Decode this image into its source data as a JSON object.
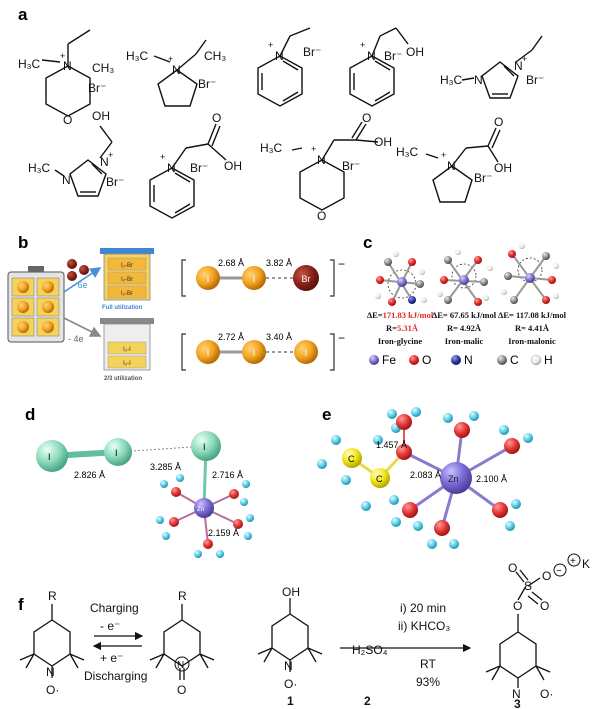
{
  "panels": {
    "a": "a",
    "b": "b",
    "c": "c",
    "d": "d",
    "e": "e",
    "f": "f"
  },
  "panel_a": {
    "h3c": "H₃C",
    "ch3": "CH₃",
    "n_plus": "N",
    "plus": "+",
    "br": "Br⁻",
    "n": "N",
    "o": "O",
    "oh": "OH"
  },
  "panel_b": {
    "minus6e": "- 6e",
    "minus4e": "- 4e",
    "full_utilization": "Full utilization",
    "two_thirds_utilization": "2/3 utilization",
    "i_label": "I",
    "br_label": "Br",
    "i2br": "I₂-Br",
    "i2i": "I₂-I",
    "top_chain": {
      "bond1": "2.68 Å",
      "bond2": "3.82 Å",
      "charge": "−"
    },
    "bottom_chain": {
      "bond1": "2.72 Å",
      "bond2": "3.40 Å",
      "charge": "−"
    }
  },
  "panel_c": {
    "complexes": [
      {
        "energy": "ΔE=171.83 kJ/mol",
        "r": "R=5.31Å",
        "name": "Iron-glycine"
      },
      {
        "energy": "ΔE= 67.65 kJ/mol",
        "r": "R= 4.92Å",
        "name": "Iron-malic"
      },
      {
        "energy": "ΔE= 117.08 kJ/mol",
        "r": "R= 4.41Å",
        "name": "Iron-malonic"
      }
    ],
    "legend": [
      {
        "label": "Fe",
        "color": "#7b6cc8"
      },
      {
        "label": "O",
        "color": "#e02a2a"
      },
      {
        "label": "N",
        "color": "#2d3a9a"
      },
      {
        "label": "C",
        "color": "#8a8a8a"
      },
      {
        "label": "H",
        "color": "#eeeeee"
      }
    ],
    "highlight_color": "#e02a2a"
  },
  "panel_d": {
    "i": "I",
    "zn": "Zn",
    "o": "O",
    "h": "H",
    "bonds": [
      "2.826 Å",
      "3.285 Å",
      "2.716 Å",
      "2.159 Å"
    ]
  },
  "panel_e": {
    "zn": "Zn",
    "c": "C",
    "o": "O",
    "h": "H",
    "bonds": [
      "1.457 Å",
      "2.083 Å",
      "2.100 Å"
    ]
  },
  "panel_f": {
    "r": "R",
    "charging": "Charging",
    "discharging": "Discharging",
    "minus_e": "- e⁻",
    "plus_e": "+ e⁻",
    "n": "N",
    "o": "O",
    "o_dot": "O·",
    "n_plus": "N",
    "oh": "OH",
    "h2so4": "H₂SO₄",
    "step1": "i) 20 min",
    "step2": "ii) KHCO₃",
    "rt": "RT",
    "yield": "93%",
    "s": "S",
    "k": "K",
    "minus": "−",
    "plus": "+",
    "compounds": [
      "1",
      "2",
      "3"
    ]
  }
}
